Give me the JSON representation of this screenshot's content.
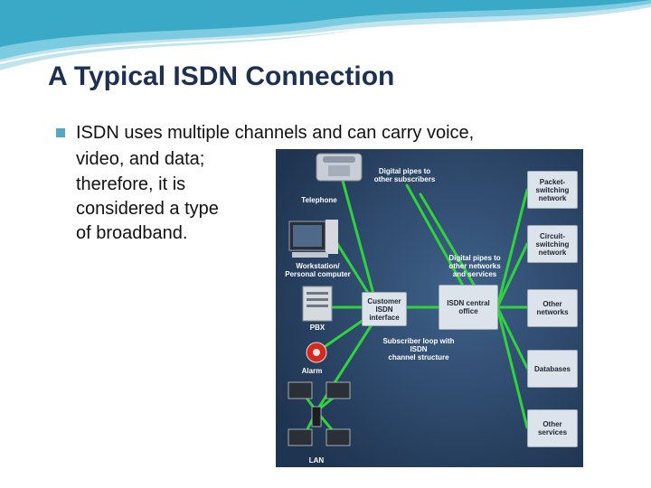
{
  "slide": {
    "title": "A Typical ISDN Connection",
    "bullet_lines": [
      "ISDN uses multiple channels and can carry voice,",
      "video, and data;",
      "therefore, it is",
      "considered a type",
      "of broadband."
    ]
  },
  "diagram": {
    "labels": {
      "digital_pipes_subscribers": "Digital pipes to\nother subscribers",
      "telephone": "Telephone",
      "workstation": "Workstation/\nPersonal computer",
      "pbx": "PBX",
      "alarm": "Alarm",
      "lan": "LAN",
      "digital_pipes_networks": "Digital pipes to\nother networks\nand services",
      "subscriber_loop": "Subscriber loop with\nISDN\nchannel structure"
    },
    "boxes": {
      "customer_interface": "Customer\nISDN\ninterface",
      "central_office": "ISDN central\noffice",
      "packet_switching": "Packet-\nswitching\nnetwork",
      "circuit_switching": "Circuit-\nswitching\nnetwork",
      "other_networks": "Other\nnetworks",
      "databases": "Databases",
      "other_services": "Other\nservices"
    },
    "colors": {
      "background": "#2b4566",
      "link_green": "#2fd33c",
      "box_fill": "#dde3ea"
    }
  }
}
